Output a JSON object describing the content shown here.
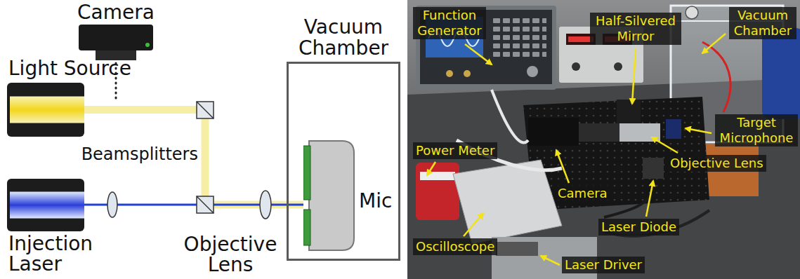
{
  "diagram": {
    "nodes": [
      {
        "text": [
          "Camera"
        ]
      },
      {
        "text": [
          "Light Source"
        ]
      },
      {
        "text": [
          "Vacuum Chamber"
        ]
      },
      {
        "text": [
          "Mic"
        ],
        "in": 2
      },
      {
        "text": [
          "Injection Laser"
        ]
      },
      {
        "text": [
          "Function Generator"
        ]
      },
      {
        "text": [
          "Half-Silvered Mirror"
        ]
      },
      {
        "text": [
          "Vacuum Chamber"
        ]
      },
      {
        "text": [
          "Power Meter"
        ]
      },
      {
        "text": [
          "Target Microphone"
        ]
      },
      {
        "text": [
          "Objective Lens"
        ]
      },
      {
        "text": [
          "Camera"
        ]
      },
      {
        "text": [
          "Laser Diode"
        ]
      },
      {
        "text": [
          "Oscilloscope"
        ]
      },
      {
        "text": [
          "Laser Driver"
        ]
      }
    ],
    "edges": [
      {
        "from": 1,
        "to": 3,
        "arrow": "none"
      },
      {
        "from": 4,
        "to": 3,
        "arrow": "none"
      }
    ],
    "labels": [
      "Beamsplitters",
      "Objective Lens"
    ]
  }
}
